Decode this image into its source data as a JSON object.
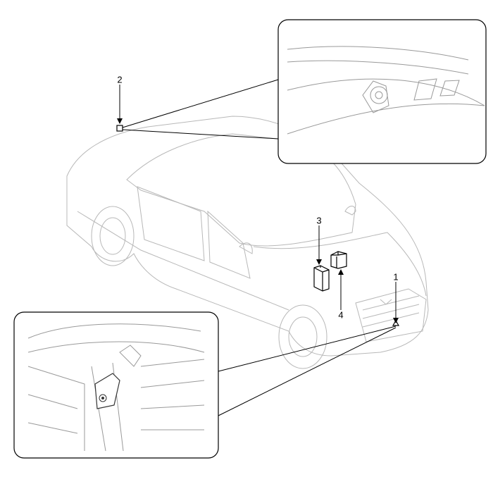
{
  "diagram": {
    "callouts": [
      {
        "id": "1",
        "label": "1"
      },
      {
        "id": "2",
        "label": "2"
      },
      {
        "id": "3",
        "label": "3"
      },
      {
        "id": "4",
        "label": "4"
      }
    ],
    "colors": {
      "outline": "#b8b8b8",
      "callout": "#000000",
      "background": "#ffffff"
    }
  }
}
